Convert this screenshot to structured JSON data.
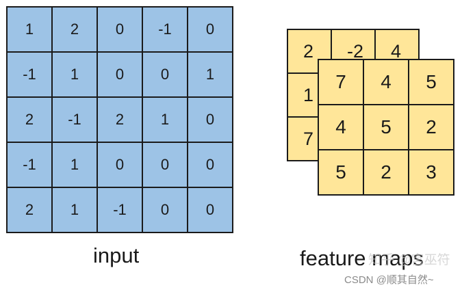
{
  "input": {
    "rows": [
      [
        "1",
        "2",
        "0",
        "-1",
        "0"
      ],
      [
        "-1",
        "1",
        "0",
        "0",
        "1"
      ],
      [
        "2",
        "-1",
        "2",
        "1",
        "0"
      ],
      [
        "-1",
        "1",
        "0",
        "0",
        "0"
      ],
      [
        "2",
        "1",
        "-1",
        "0",
        "0"
      ]
    ],
    "caption": "input"
  },
  "feature_maps": {
    "back": [
      [
        "2",
        "-2",
        "4"
      ],
      [
        "1",
        "",
        ""
      ],
      [
        "7",
        "",
        ""
      ]
    ],
    "front": [
      [
        "7",
        "4",
        "5"
      ],
      [
        "4",
        "5",
        "2"
      ],
      [
        "5",
        "2",
        "3"
      ]
    ],
    "caption": "feature maps"
  },
  "watermarks": {
    "zhihu": "知乎 @宫巫符",
    "csdn": "CSDN @顺其自然~"
  },
  "colors": {
    "input_cell": "#9dc3e6",
    "feature_cell": "#ffe699",
    "border": "#1a1a1a"
  }
}
